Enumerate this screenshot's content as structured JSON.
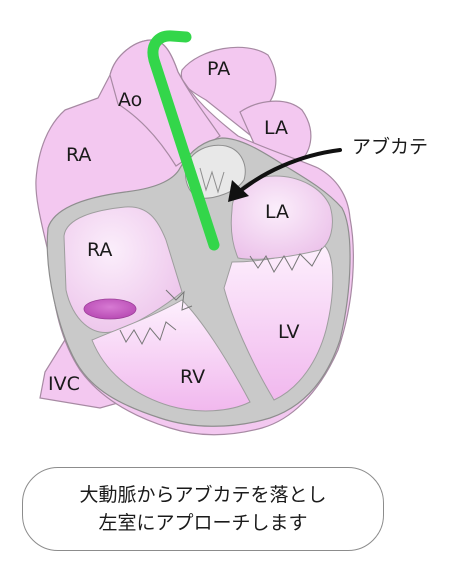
{
  "labels": {
    "pa": "PA",
    "ao": "Ao",
    "la_outer": "LA",
    "ra_outer": "RA",
    "la_inner": "LA",
    "ra_inner": "RA",
    "lv": "LV",
    "rv": "RV",
    "ivc": "IVC",
    "catheter": "アブカテ"
  },
  "caption": {
    "line1": "大動脈からアブカテを落とし",
    "line2": "左室にアプローチします"
  },
  "colors": {
    "heart_fill": "#f3c8f0",
    "heart_stroke": "#a78aa3",
    "septum_gray": "#c9c9c9",
    "catheter_green": "#33d64a",
    "arrow": "#111111",
    "valve_blob": "#c45cc0"
  }
}
